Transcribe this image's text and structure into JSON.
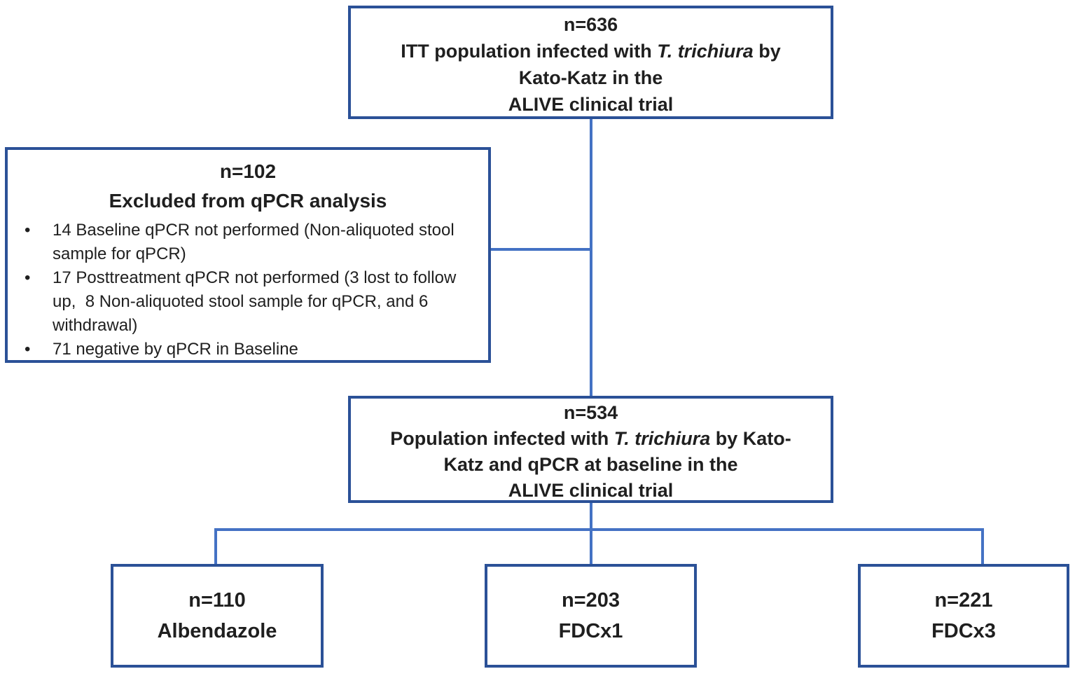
{
  "colors": {
    "box_border": "#2b5197",
    "connector": "#4472c4",
    "text": "#1f1f1f",
    "background": "#ffffff"
  },
  "itt_box": {
    "n": "n=636",
    "line1_prefix": "ITT population infected with ",
    "line1_italic": "T. trichiura",
    "line1_suffix": " by",
    "line2": "Kato-Katz in the",
    "line3": "ALIVE clinical trial"
  },
  "excluded_box": {
    "n": "n=102",
    "title": "Excluded from qPCR analysis",
    "bullets": [
      "14 Baseline qPCR not performed (Non-aliquoted stool sample for qPCR)",
      "17 Posttreatment qPCR not performed (3 lost to follow up,  8 Non-aliquoted stool sample for qPCR, and 6 withdrawal)",
      "71 negative by qPCR in Baseline"
    ]
  },
  "qpcr_box": {
    "n": "n=534",
    "line1_prefix": "Population infected with ",
    "line1_italic": "T. trichiura",
    "line1_suffix": " by Kato-",
    "line2": "Katz and qPCR at baseline in the",
    "line3": "ALIVE clinical trial"
  },
  "arms": [
    {
      "n": "n=110",
      "label": "Albendazole"
    },
    {
      "n": "n=203",
      "label": "FDCx1"
    },
    {
      "n": "n=221",
      "label": "FDCx3"
    }
  ]
}
